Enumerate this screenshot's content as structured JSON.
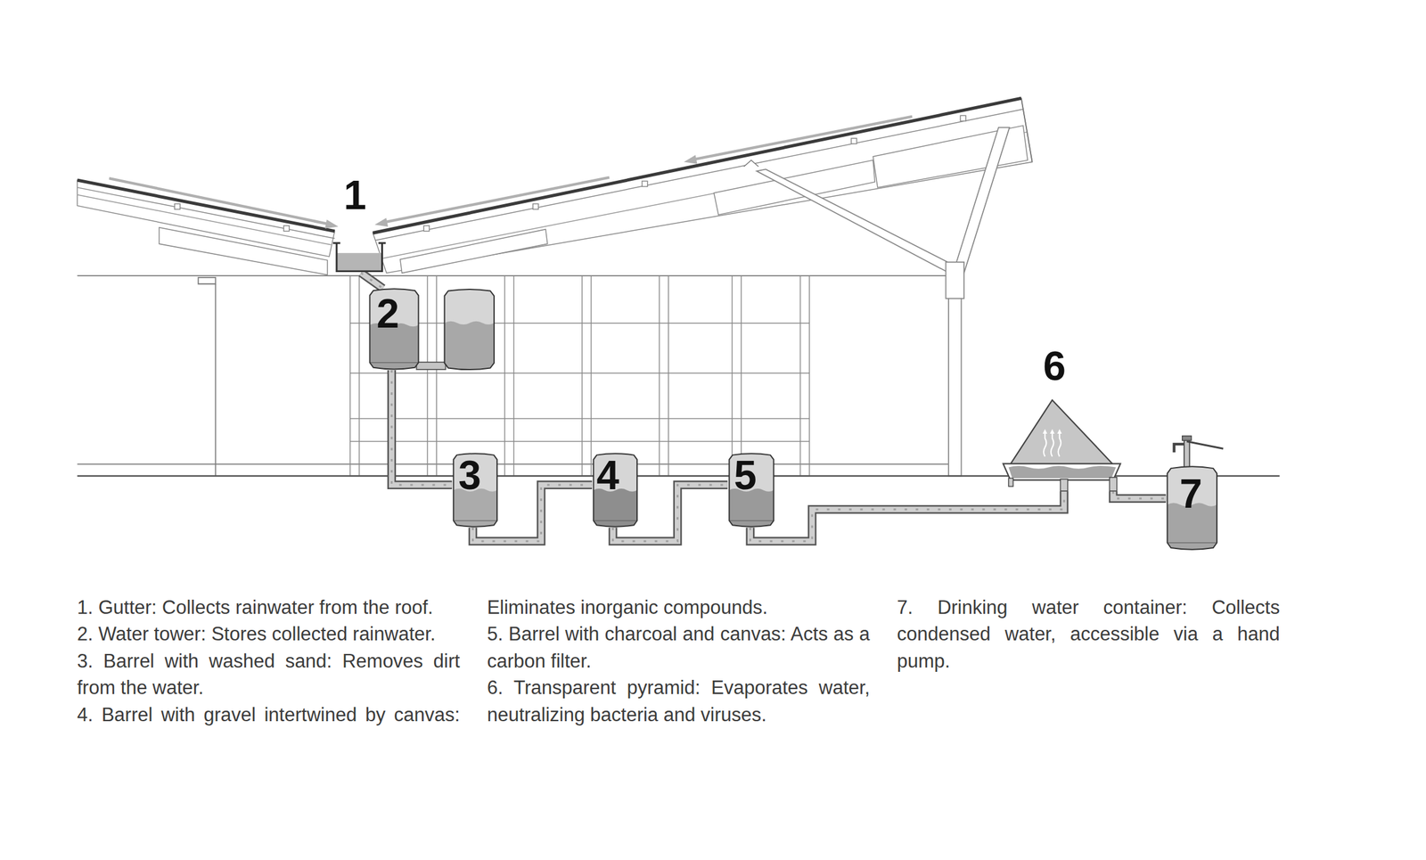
{
  "diagram": {
    "nodes": [
      {
        "text": [
          "1"
        ]
      },
      {
        "text": [
          "2"
        ]
      },
      {
        "text": [
          "3"
        ]
      },
      {
        "text": [
          "4"
        ]
      },
      {
        "text": [
          "5"
        ]
      },
      {
        "text": [
          "6"
        ]
      },
      {
        "text": [
          "7"
        ]
      }
    ],
    "edges": [
      {
        "from": 0,
        "to": 1,
        "arrow": "none"
      },
      {
        "from": 1,
        "to": 2,
        "arrow": "none"
      },
      {
        "from": 2,
        "to": 3,
        "arrow": "none"
      },
      {
        "from": 3,
        "to": 4,
        "arrow": "none"
      },
      {
        "from": 4,
        "to": 5,
        "arrow": "none"
      },
      {
        "from": 5,
        "to": 6,
        "arrow": "none"
      }
    ],
    "labels": [
      "1. Gutter: Collects rainwater from the roof.",
      "2. Water tower: Stores collected rainwater.",
      "3. Barrel with washed sand: Removes dirt from the water.",
      "4. Barrel with gravel intertwined by canvas: Eliminates inorganic compounds.",
      "5. Barrel with charcoal and canvas: Acts as a carbon filter.",
      "6. Transparent pyramid: Evaporates water, neutralizing bacteria and viruses.",
      "7. Drinking water container: Collects condensed water, accessible via a hand pump."
    ]
  }
}
